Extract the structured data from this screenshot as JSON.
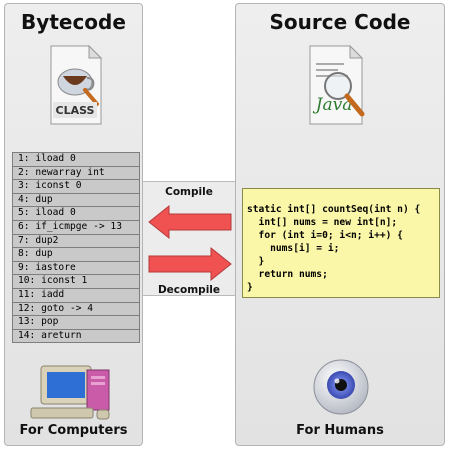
{
  "left": {
    "title": "Bytecode",
    "icon_label": "CLASS",
    "footer": "For Computers",
    "instructions": [
      "1: iload 0",
      "2: newarray int",
      "3: iconst 0",
      "4: dup",
      "5: iload 0",
      "6: if_icmpge -> 13",
      "7: dup2",
      "8: dup",
      "9: iastore",
      "10: iconst 1",
      "11: iadd",
      "12: goto -> 4",
      "13: pop",
      "14: areturn"
    ]
  },
  "right": {
    "title": "Source Code",
    "icon_label": "Java",
    "footer": "For Humans",
    "code_lines": [
      "static int[] countSeq(int n) {",
      "  int[] nums = new int[n];",
      "  for (int i=0; i<n; i++) {",
      "    nums[i] = i;",
      "  }",
      "  return nums;",
      "}"
    ]
  },
  "middle": {
    "compile_label": "Compile",
    "decompile_label": "Decompile"
  },
  "colors": {
    "arrow": "#f05252",
    "code_background": "#fbf7a8",
    "table_cell": "#c9c9c9",
    "eye_iris": "#5a6cc8"
  }
}
